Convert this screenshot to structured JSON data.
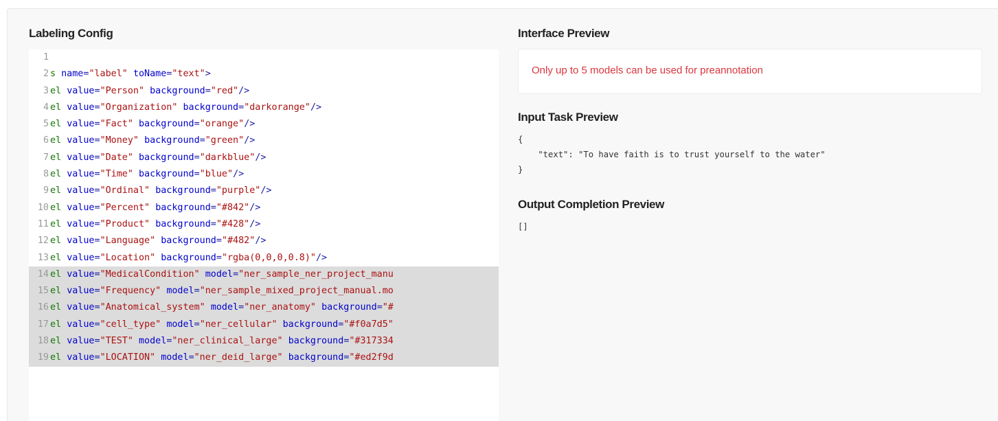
{
  "labeling_config": {
    "title": "Labeling Config",
    "lines": [
      {
        "n": "1",
        "tag": "",
        "parts": [],
        "highlight": false
      },
      {
        "n": "2",
        "tag": "s",
        "parts": [
          [
            "attr",
            "name"
          ],
          [
            "pun",
            "="
          ],
          [
            "str",
            "\"label\""
          ],
          [
            "attr",
            "toName"
          ],
          [
            "pun",
            "="
          ],
          [
            "str",
            "\"text\""
          ],
          [
            "pun",
            ">"
          ]
        ],
        "highlight": false
      },
      {
        "n": "3",
        "tag": "el",
        "parts": [
          [
            "attr",
            "value"
          ],
          [
            "pun",
            "="
          ],
          [
            "str",
            "\"Person\""
          ],
          [
            "attr",
            "background"
          ],
          [
            "pun",
            "="
          ],
          [
            "str",
            "\"red\""
          ],
          [
            "pun",
            "/>"
          ]
        ],
        "highlight": false
      },
      {
        "n": "4",
        "tag": "el",
        "parts": [
          [
            "attr",
            "value"
          ],
          [
            "pun",
            "="
          ],
          [
            "str",
            "\"Organization\""
          ],
          [
            "attr",
            "background"
          ],
          [
            "pun",
            "="
          ],
          [
            "str",
            "\"darkorange\""
          ],
          [
            "pun",
            "/>"
          ]
        ],
        "highlight": false
      },
      {
        "n": "5",
        "tag": "el",
        "parts": [
          [
            "attr",
            "value"
          ],
          [
            "pun",
            "="
          ],
          [
            "str",
            "\"Fact\""
          ],
          [
            "attr",
            "background"
          ],
          [
            "pun",
            "="
          ],
          [
            "str",
            "\"orange\""
          ],
          [
            "pun",
            "/>"
          ]
        ],
        "highlight": false
      },
      {
        "n": "6",
        "tag": "el",
        "parts": [
          [
            "attr",
            "value"
          ],
          [
            "pun",
            "="
          ],
          [
            "str",
            "\"Money\""
          ],
          [
            "attr",
            "background"
          ],
          [
            "pun",
            "="
          ],
          [
            "str",
            "\"green\""
          ],
          [
            "pun",
            "/>"
          ]
        ],
        "highlight": false
      },
      {
        "n": "7",
        "tag": "el",
        "parts": [
          [
            "attr",
            "value"
          ],
          [
            "pun",
            "="
          ],
          [
            "str",
            "\"Date\""
          ],
          [
            "attr",
            "background"
          ],
          [
            "pun",
            "="
          ],
          [
            "str",
            "\"darkblue\""
          ],
          [
            "pun",
            "/>"
          ]
        ],
        "highlight": false
      },
      {
        "n": "8",
        "tag": "el",
        "parts": [
          [
            "attr",
            "value"
          ],
          [
            "pun",
            "="
          ],
          [
            "str",
            "\"Time\""
          ],
          [
            "attr",
            "background"
          ],
          [
            "pun",
            "="
          ],
          [
            "str",
            "\"blue\""
          ],
          [
            "pun",
            "/>"
          ]
        ],
        "highlight": false
      },
      {
        "n": "9",
        "tag": "el",
        "parts": [
          [
            "attr",
            "value"
          ],
          [
            "pun",
            "="
          ],
          [
            "str",
            "\"Ordinal\""
          ],
          [
            "attr",
            "background"
          ],
          [
            "pun",
            "="
          ],
          [
            "str",
            "\"purple\""
          ],
          [
            "pun",
            "/>"
          ]
        ],
        "highlight": false
      },
      {
        "n": "10",
        "tag": "el",
        "parts": [
          [
            "attr",
            "value"
          ],
          [
            "pun",
            "="
          ],
          [
            "str",
            "\"Percent\""
          ],
          [
            "attr",
            "background"
          ],
          [
            "pun",
            "="
          ],
          [
            "str",
            "\"#842\""
          ],
          [
            "pun",
            "/>"
          ]
        ],
        "highlight": false
      },
      {
        "n": "11",
        "tag": "el",
        "parts": [
          [
            "attr",
            "value"
          ],
          [
            "pun",
            "="
          ],
          [
            "str",
            "\"Product\""
          ],
          [
            "attr",
            "background"
          ],
          [
            "pun",
            "="
          ],
          [
            "str",
            "\"#428\""
          ],
          [
            "pun",
            "/>"
          ]
        ],
        "highlight": false
      },
      {
        "n": "12",
        "tag": "el",
        "parts": [
          [
            "attr",
            "value"
          ],
          [
            "pun",
            "="
          ],
          [
            "str",
            "\"Language\""
          ],
          [
            "attr",
            "background"
          ],
          [
            "pun",
            "="
          ],
          [
            "str",
            "\"#482\""
          ],
          [
            "pun",
            "/>"
          ]
        ],
        "highlight": false
      },
      {
        "n": "13",
        "tag": "el",
        "parts": [
          [
            "attr",
            "value"
          ],
          [
            "pun",
            "="
          ],
          [
            "str",
            "\"Location\""
          ],
          [
            "attr",
            "background"
          ],
          [
            "pun",
            "="
          ],
          [
            "str",
            "\"rgba(0,0,0,0.8)\""
          ],
          [
            "pun",
            "/>"
          ]
        ],
        "highlight": false
      },
      {
        "n": "14",
        "tag": "el",
        "parts": [
          [
            "attr",
            "value"
          ],
          [
            "pun",
            "="
          ],
          [
            "str",
            "\"MedicalCondition\""
          ],
          [
            "attr",
            "model"
          ],
          [
            "pun",
            "="
          ],
          [
            "str",
            "\"ner_sample_ner_project_manu"
          ]
        ],
        "highlight": true
      },
      {
        "n": "15",
        "tag": "el",
        "parts": [
          [
            "attr",
            "value"
          ],
          [
            "pun",
            "="
          ],
          [
            "str",
            "\"Frequency\""
          ],
          [
            "attr",
            "model"
          ],
          [
            "pun",
            "="
          ],
          [
            "str",
            "\"ner_sample_mixed_project_manual.mo"
          ]
        ],
        "highlight": true
      },
      {
        "n": "16",
        "tag": "el",
        "parts": [
          [
            "attr",
            "value"
          ],
          [
            "pun",
            "="
          ],
          [
            "str",
            "\"Anatomical_system\""
          ],
          [
            "attr",
            "model"
          ],
          [
            "pun",
            "="
          ],
          [
            "str",
            "\"ner_anatomy\""
          ],
          [
            "attr",
            "background"
          ],
          [
            "pun",
            "="
          ],
          [
            "str",
            "\"#"
          ]
        ],
        "highlight": true
      },
      {
        "n": "17",
        "tag": "el",
        "parts": [
          [
            "attr",
            "value"
          ],
          [
            "pun",
            "="
          ],
          [
            "str",
            "\"cell_type\""
          ],
          [
            "attr",
            "model"
          ],
          [
            "pun",
            "="
          ],
          [
            "str",
            "\"ner_cellular\""
          ],
          [
            "attr",
            "background"
          ],
          [
            "pun",
            "="
          ],
          [
            "str",
            "\"#f0a7d5\""
          ]
        ],
        "highlight": true
      },
      {
        "n": "18",
        "tag": "el",
        "parts": [
          [
            "attr",
            "value"
          ],
          [
            "pun",
            "="
          ],
          [
            "str",
            "\"TEST\""
          ],
          [
            "attr",
            "model"
          ],
          [
            "pun",
            "="
          ],
          [
            "str",
            "\"ner_clinical_large\""
          ],
          [
            "attr",
            "background"
          ],
          [
            "pun",
            "="
          ],
          [
            "str",
            "\"#317334"
          ]
        ],
        "highlight": true
      },
      {
        "n": "19",
        "tag": "el",
        "parts": [
          [
            "attr",
            "value"
          ],
          [
            "pun",
            "="
          ],
          [
            "str",
            "\"LOCATION\""
          ],
          [
            "attr",
            "model"
          ],
          [
            "pun",
            "="
          ],
          [
            "str",
            "\"ner_deid_large\""
          ],
          [
            "attr",
            "background"
          ],
          [
            "pun",
            "="
          ],
          [
            "str",
            "\"#ed2f9d"
          ]
        ],
        "highlight": true
      }
    ]
  },
  "interface_preview": {
    "title": "Interface Preview",
    "alert": "Only up to 5 models can be used for preannotation",
    "alert_color": "#d9363e"
  },
  "input_task_preview": {
    "title": "Input Task Preview",
    "json_text": "{\n    \"text\": \"To have faith is to trust yourself to the water\"\n}"
  },
  "output_completion_preview": {
    "title": "Output Completion Preview",
    "value": "[]"
  }
}
